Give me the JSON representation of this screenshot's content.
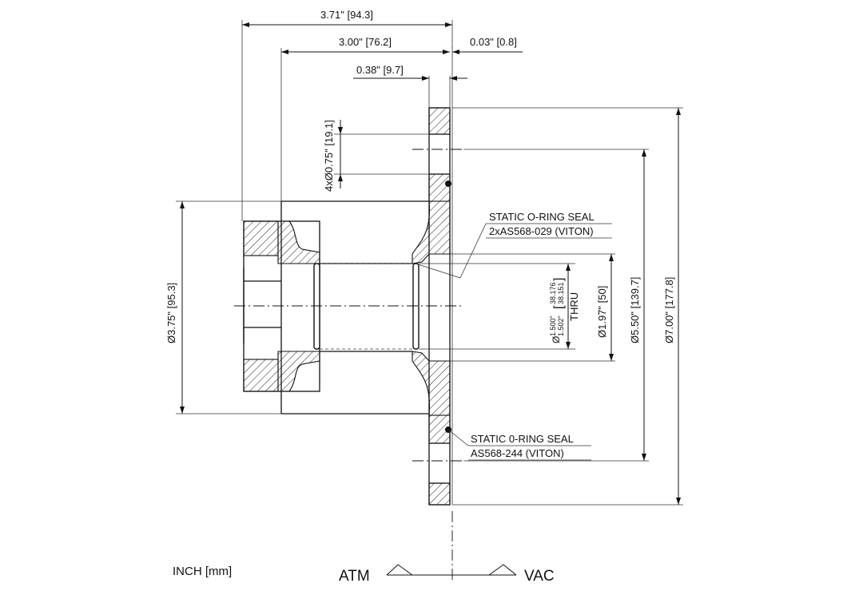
{
  "dimensions": {
    "overall_length": "3.71\" [94.3]",
    "body_length": "3.00\" [76.2]",
    "gap": "0.03\" [0.8]",
    "flange_thickness": "0.38\" [9.7]",
    "bolt_holes": "4xØ0.75\" [19.1]",
    "left_diameter": "Ø3.75\" [95.3]",
    "bore_in_top": "1.500\"",
    "bore_in_bottom": "1.502\"",
    "bore_mm_top": "38.176",
    "bore_mm_bottom": "38.151",
    "bore_prefix": "Ø",
    "thru": "THRU",
    "inner_diameter": "Ø1.97\" [50]",
    "bolt_circle": "Ø5.50\" [139.7]",
    "flange_diameter": "Ø7.00\" [177.8]"
  },
  "callouts": {
    "oring_top_line1": "STATIC O-RING SEAL",
    "oring_top_line2": "2xAS568-029 (VITON)",
    "oring_bottom_line1": "STATIC 0-RING SEAL",
    "oring_bottom_line2": "AS568-244 (VITON)"
  },
  "legend": {
    "units": "INCH [mm]",
    "atm": "ATM",
    "vac": "VAC"
  }
}
